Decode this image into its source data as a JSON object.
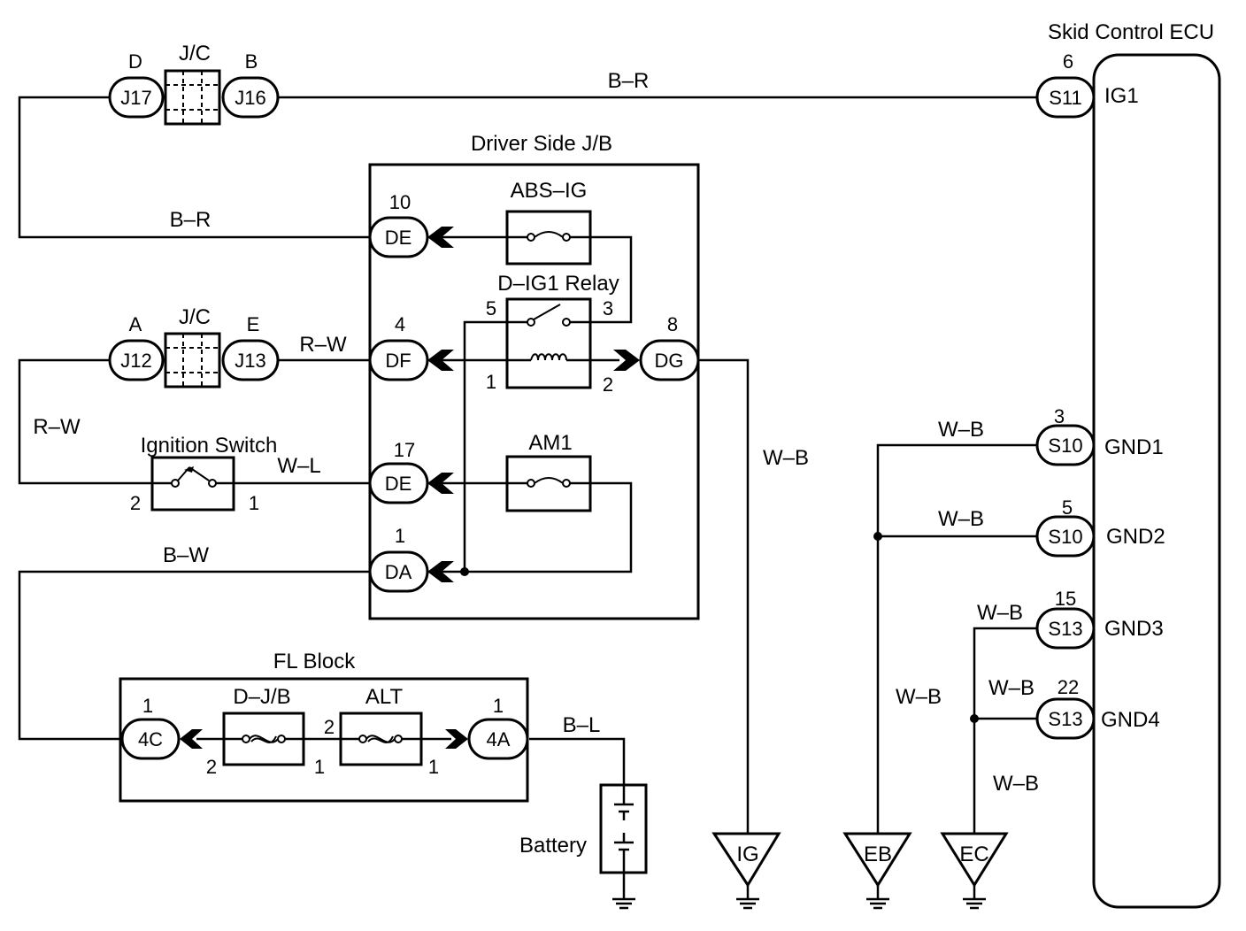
{
  "labels": {
    "ecu_title": "Skid Control ECU",
    "jb_title": "Driver Side J/B",
    "fl_title": "FL Block",
    "jc_top": "J/C",
    "jc_mid": "J/C",
    "fuse_abs": "ABS–IG",
    "relay": "D–IG1 Relay",
    "fuse_am1": "AM1",
    "ignition": "Ignition Switch",
    "fuse_djb": "D–J/B",
    "fuse_alt": "ALT",
    "battery": "Battery",
    "ecu_ig1": "IG1",
    "ecu_gnd1": "GND1",
    "ecu_gnd2": "GND2",
    "ecu_gnd3": "GND3",
    "ecu_gnd4": "GND4"
  },
  "wires": {
    "top": "B–R",
    "de10": "B–R",
    "rw_mid": "R–W",
    "rw_left": "R–W",
    "wl": "W–L",
    "bw": "B–W",
    "bl": "B–L",
    "wb_ig": "W–B",
    "wb_gnd1": "W–B",
    "wb_gnd2": "W–B",
    "wb_gnd3": "W–B",
    "wb_gnd4": "W–B",
    "wb_eb": "W–B",
    "wb_ec": "W–B"
  },
  "connectors": {
    "j17": "J17",
    "j16": "J16",
    "j12": "J12",
    "j13": "J13",
    "de10": "DE",
    "df": "DF",
    "dg": "DG",
    "de17": "DE",
    "da": "DA",
    "c4c": "4C",
    "c4a": "4A",
    "s11": "S11",
    "s10a": "S10",
    "s10b": "S10",
    "s13a": "S13",
    "s13b": "S13"
  },
  "pins": {
    "j17": "D",
    "j16": "B",
    "j12": "A",
    "j13": "E",
    "de10": "10",
    "df": "4",
    "dg": "8",
    "de17": "17",
    "da": "1",
    "relay_5": "5",
    "relay_3": "3",
    "relay_1": "1",
    "relay_2": "2",
    "ign_2": "2",
    "ign_1": "1",
    "c4c": "1",
    "c4a": "1",
    "djb_2": "2",
    "djb_1": "1",
    "alt_2": "2",
    "alt_1": "1",
    "s11": "6",
    "s10a": "3",
    "s10b": "5",
    "s13a": "15",
    "s13b": "22"
  },
  "grounds": {
    "ig": "IG",
    "eb": "EB",
    "ec": "EC"
  }
}
